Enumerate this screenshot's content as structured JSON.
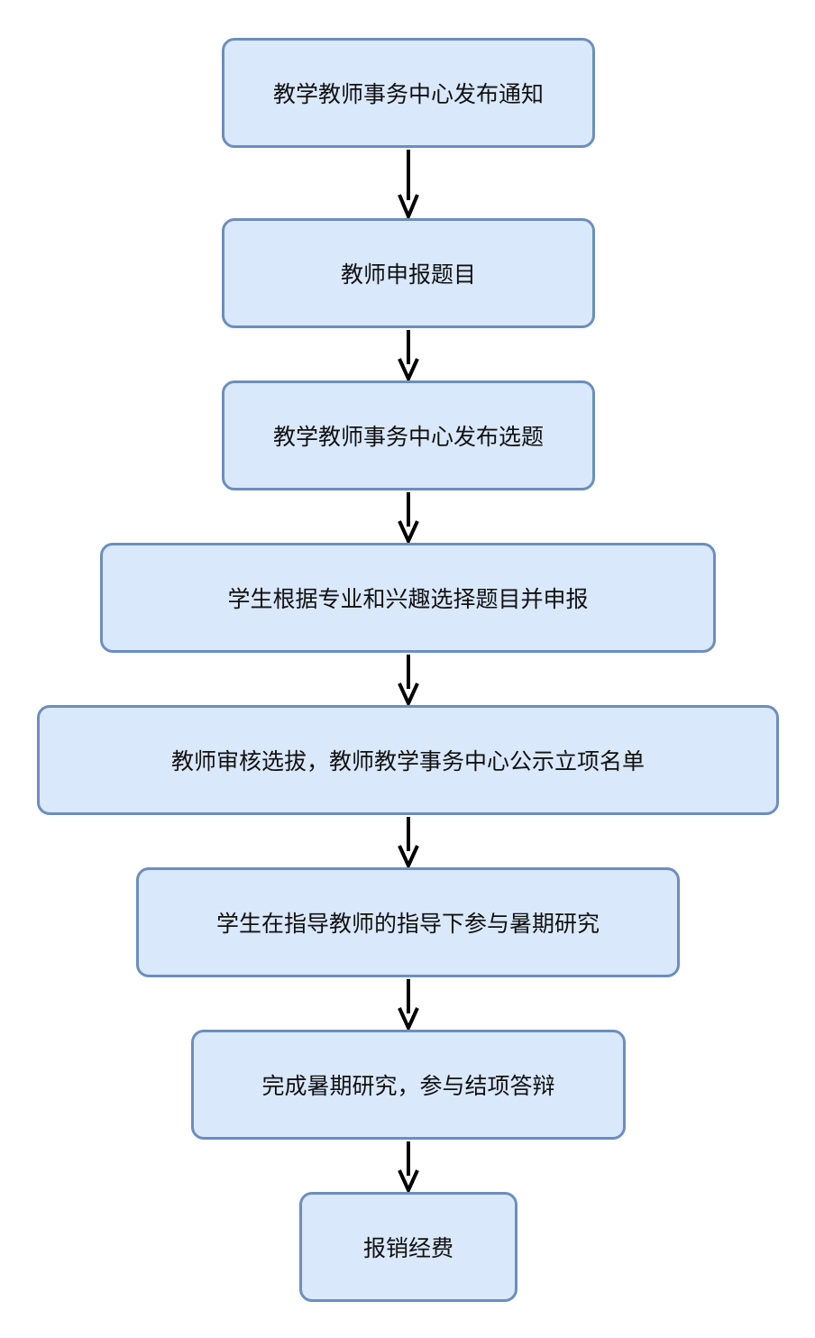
{
  "steps": [
    {
      "label": "教学教师事务中心发布通知"
    },
    {
      "label": "教师申报题目"
    },
    {
      "label": "教学教师事务中心发布选题"
    },
    {
      "label": "学生根据专业和兴趣选择题目并申报"
    },
    {
      "label": "教师审核选拔，教师教学事务中心公示立项名单"
    },
    {
      "label": "学生在指导教师的指导下参与暑期研究"
    },
    {
      "label": "完成暑期研究，参与结项答辩"
    },
    {
      "label": "报销经费"
    }
  ],
  "colors": {
    "node_fill": "#dae8fc",
    "node_border": "#6c8ebf",
    "arrow": "#000000",
    "text": "#111111"
  }
}
